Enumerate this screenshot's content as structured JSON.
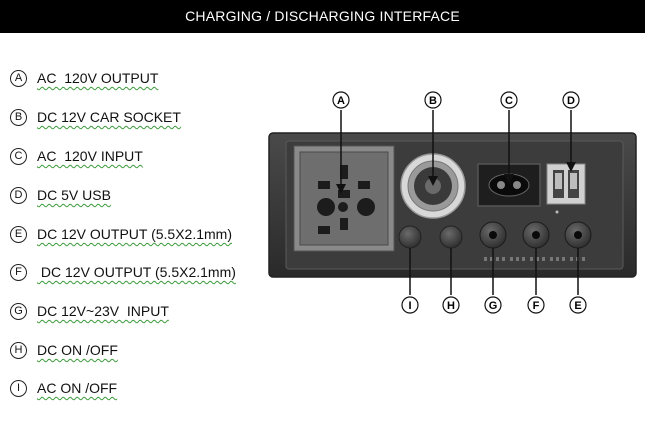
{
  "header": {
    "title": "CHARGING / DISCHARGING INTERFACE"
  },
  "legend": [
    {
      "letter": "A",
      "text": "AC  120V OUTPUT"
    },
    {
      "letter": "B",
      "text": "DC 12V CAR SOCKET"
    },
    {
      "letter": "C",
      "text": "AC  120V INPUT"
    },
    {
      "letter": "D",
      "text": "DC 5V USB"
    },
    {
      "letter": "E",
      "text": "DC 12V OUTPUT (5.5X2.1mm)"
    },
    {
      "letter": "F",
      "text": " DC 12V OUTPUT (5.5X2.1mm)"
    },
    {
      "letter": "G",
      "text": "DC 12V~23V  INPUT"
    },
    {
      "letter": "H",
      "text": "DC ON /OFF"
    },
    {
      "letter": "I",
      "text": "AC ON /OFF"
    }
  ],
  "callouts": {
    "top": [
      "A",
      "B",
      "C",
      "D"
    ],
    "bottom": [
      "I",
      "H",
      "G",
      "F",
      "E"
    ]
  }
}
